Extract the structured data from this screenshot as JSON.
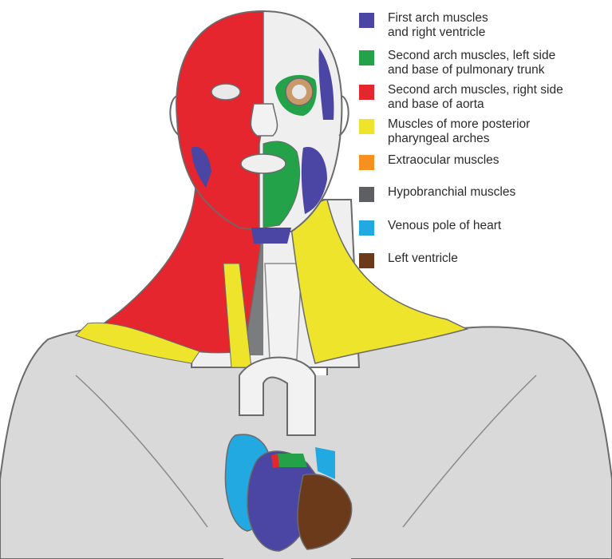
{
  "legend": [
    {
      "lines": [
        "First arch muscles",
        "and right ventricle"
      ],
      "color": "#4b45a3"
    },
    {
      "lines": [
        "Second arch muscles, left side",
        "and base of pulmonary trunk"
      ],
      "color": "#23a24a"
    },
    {
      "lines": [
        "Second arch muscles, right side",
        "and base of aorta"
      ],
      "color": "#e5262f"
    },
    {
      "lines": [
        "Muscles of more posterior",
        "pharyngeal arches"
      ],
      "color": "#ede42b"
    },
    {
      "lines": [
        "Extraocular muscles"
      ],
      "color": "#f7901e"
    },
    {
      "lines": [
        "Hypobranchial muscles"
      ],
      "color": "#5e5f62"
    },
    {
      "lines": [
        "Venous pole of heart"
      ],
      "color": "#22a9e1"
    },
    {
      "lines": [
        "Left ventricle"
      ],
      "color": "#6b3a1a"
    }
  ],
  "colors": {
    "first_arch": "#4b45a3",
    "second_arch_left": "#23a24a",
    "second_arch_right": "#e5262f",
    "posterior_arches": "#ede42b",
    "extraocular": "#f7901e",
    "hypobranchial": "#5e5f62",
    "venous_pole": "#22a9e1",
    "left_ventricle": "#6b3a1a",
    "skin": "#d9d9d9",
    "skin_light": "#efefef",
    "outline": "#6a6a6a"
  }
}
